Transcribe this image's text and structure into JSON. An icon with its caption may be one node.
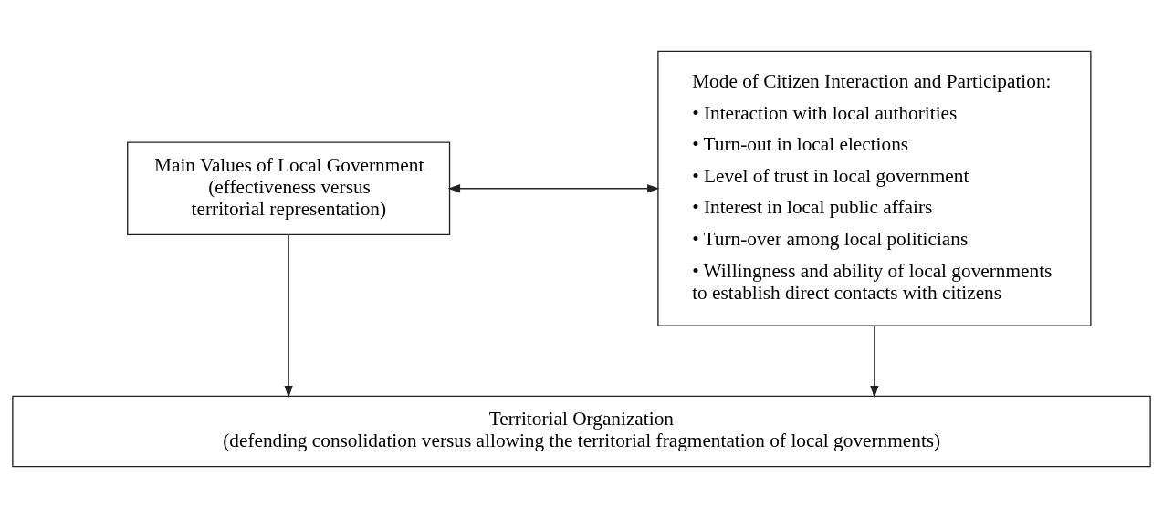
{
  "diagram": {
    "nodes": [
      {
        "text": [
          "Main Values of Local Government",
          "(effectiveness versus territorial representation)"
        ]
      },
      {
        "text": [
          "Mode of Citizen Interaction and Participation:",
          "• Interaction with local authorities",
          "• Turn-out in local elections",
          "• Level of trust in local government",
          "• Interest in local public affairs",
          "• Turn-over among local politicians",
          "• Willingness and ability of local governments to establish direct contacts with citizens"
        ]
      },
      {
        "text": [
          "Territorial Organization",
          "(defending consolidation versus allowing the territorial fragmentation of local governments)"
        ]
      }
    ],
    "edges": [
      {
        "from": 0,
        "to": 1,
        "arrow": "both"
      },
      {
        "from": 0,
        "to": 2,
        "arrow": "to"
      },
      {
        "from": 1,
        "to": 2,
        "arrow": "to"
      }
    ]
  }
}
